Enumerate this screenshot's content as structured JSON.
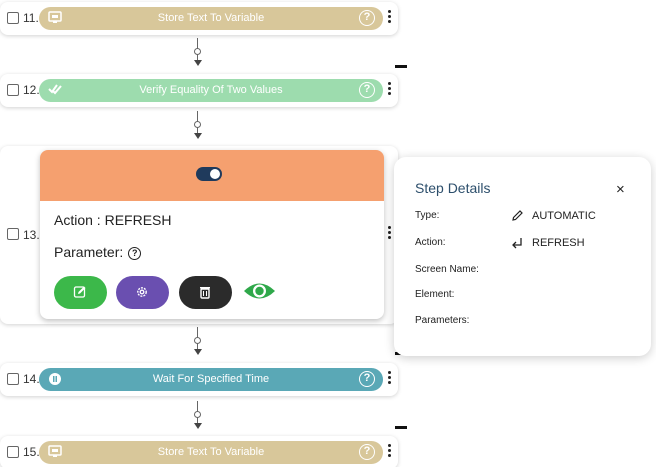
{
  "steps": [
    {
      "number": "11.",
      "label": "Store Text To Variable",
      "color": "#d8c79a",
      "icon": "screen-icon"
    },
    {
      "number": "12.",
      "label": "Verify Equality Of Two Values",
      "color": "#9ddcae",
      "icon": "double-check-icon"
    },
    {
      "number": "13.",
      "label": "",
      "color": "#f5a06f",
      "icon": "toggle-icon"
    },
    {
      "number": "14.",
      "label": "Wait For Specified Time",
      "color": "#5aa8b6",
      "icon": "pause-icon"
    },
    {
      "number": "15.",
      "label": "Store Text To Variable",
      "color": "#d8c79a",
      "icon": "screen-icon"
    }
  ],
  "expanded": {
    "action_text": "Action : REFRESH",
    "parameter_text": "Parameter:",
    "buttons": [
      {
        "name": "edit",
        "color": "#3cb84a"
      },
      {
        "name": "settings",
        "color": "#6a4fb0"
      },
      {
        "name": "delete",
        "color": "#2b2b2b"
      },
      {
        "name": "view",
        "color": "#2fa84a"
      }
    ]
  },
  "step_details": {
    "title": "Step Details",
    "close": "×",
    "type_label": "Type:",
    "type_value": "AUTOMATIC",
    "action_label": "Action:",
    "action_value": "REFRESH",
    "screen_name_label": "Screen Name:",
    "element_label": "Element:",
    "parameters_label": "Parameters:"
  }
}
